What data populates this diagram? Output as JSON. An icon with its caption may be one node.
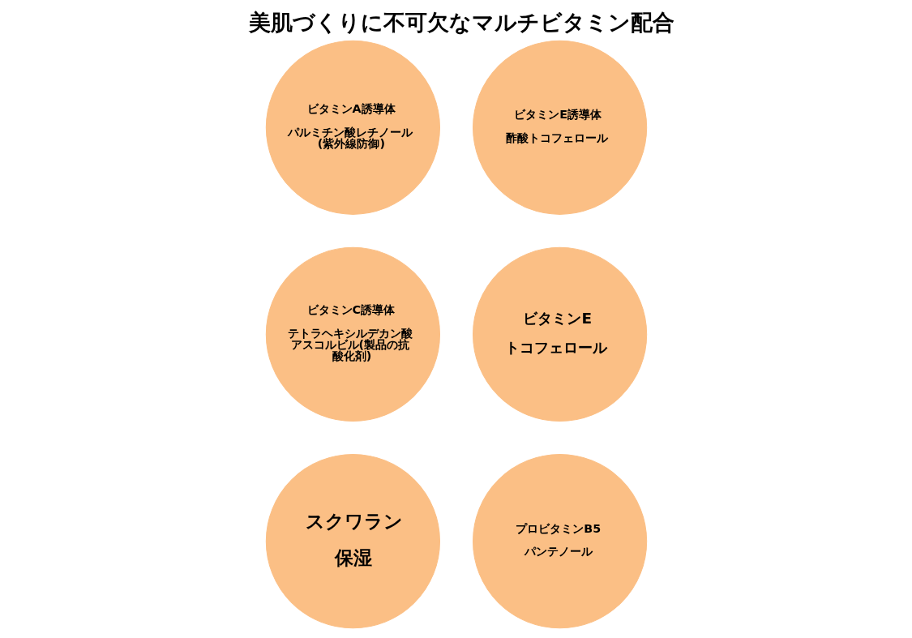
{
  "diagram": {
    "title": "美肌づくりに不可欠なマルチビタミン配合",
    "nodes": [
      {
        "text": [
          "ビタミンA誘導体",
          "パルミチン酸レチノール(紫外線防御)"
        ]
      },
      {
        "text": [
          "ビタミンC誘導体",
          "テトラヘキシルデカン酸アスコルビル(製品の抗酸化剤)"
        ]
      },
      {
        "text": [
          "スクワラン",
          "保湿"
        ]
      },
      {
        "text": [
          "ビタミンE誘導体",
          "酢酸トコフェロール"
        ]
      },
      {
        "text": [
          "ビタミンE",
          "トコフェロール"
        ]
      },
      {
        "text": [
          "プロビタミンB5",
          "パンテノール"
        ]
      }
    ]
  }
}
